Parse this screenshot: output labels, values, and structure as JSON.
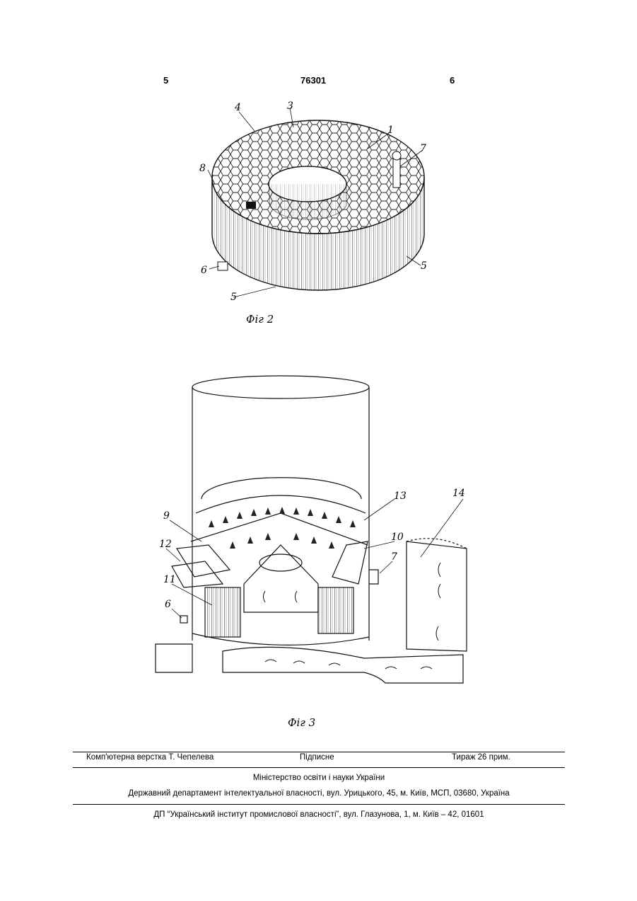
{
  "header": {
    "left_page": "5",
    "doc_number": "76301",
    "right_page": "6"
  },
  "fig2": {
    "caption": "Фіг 2",
    "labels": {
      "l1": "1",
      "l3": "3",
      "l4": "4",
      "l5a": "5",
      "l5b": "5",
      "l6": "6",
      "l7": "7",
      "l8": "8"
    }
  },
  "fig3": {
    "caption": "Фіг 3",
    "labels": {
      "l6": "6",
      "l7": "7",
      "l9": "9",
      "l10": "10",
      "l11": "11",
      "l12": "12",
      "l13": "13",
      "l14": "14"
    }
  },
  "footer": {
    "typesetting": "Комп'ютерна верстка Т. Чепелева",
    "signed": "Підписне",
    "circulation": "Тираж 26 прим.",
    "ministry": "Міністерство освіти і науки України",
    "department": "Державний департамент інтелектуальної власності, вул. Урицького, 45, м. Київ, МСП, 03680, Україна",
    "institute": "ДП “Український інститут промислової власності”, вул. Глазунова, 1, м. Київ – 42, 01601"
  }
}
